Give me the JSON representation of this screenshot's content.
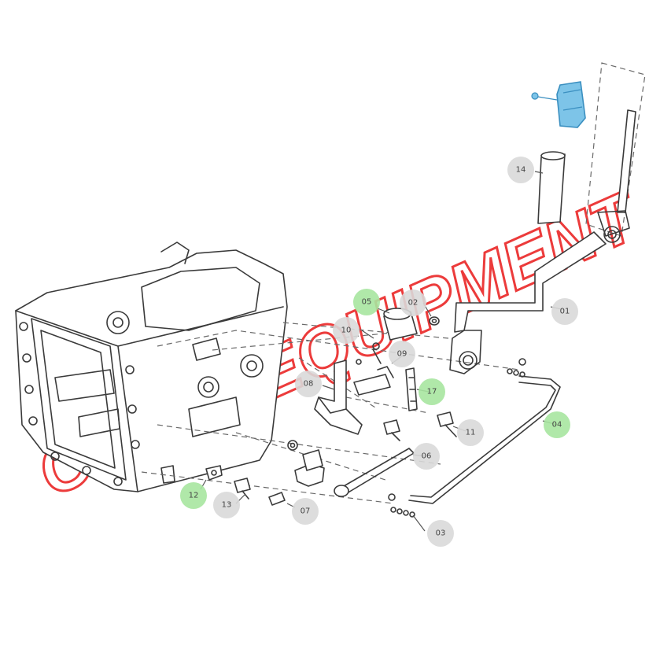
{
  "diagram": {
    "watermark": {
      "text": "OWEN EQUIPMENT",
      "color": "#ec3b3b"
    },
    "colors": {
      "highlight_green": "#a7e6a0",
      "callout_gray": "#d9d9d9",
      "highlight_blue": "#7dc4e8"
    },
    "callouts": [
      {
        "id": "01",
        "label": "01",
        "highlighted": false
      },
      {
        "id": "02",
        "label": "02",
        "highlighted": false
      },
      {
        "id": "03",
        "label": "03",
        "highlighted": false
      },
      {
        "id": "04",
        "label": "04",
        "highlighted": true
      },
      {
        "id": "05",
        "label": "05",
        "highlighted": true
      },
      {
        "id": "06",
        "label": "06",
        "highlighted": false
      },
      {
        "id": "07",
        "label": "07",
        "highlighted": false
      },
      {
        "id": "08",
        "label": "08",
        "highlighted": false
      },
      {
        "id": "09",
        "label": "09",
        "highlighted": false
      },
      {
        "id": "10",
        "label": "10",
        "highlighted": false
      },
      {
        "id": "11",
        "label": "11",
        "highlighted": false
      },
      {
        "id": "12",
        "label": "12",
        "highlighted": true
      },
      {
        "id": "13",
        "label": "13",
        "highlighted": false
      },
      {
        "id": "14",
        "label": "14",
        "highlighted": false
      },
      {
        "id": "17",
        "label": "17",
        "highlighted": true
      }
    ]
  }
}
